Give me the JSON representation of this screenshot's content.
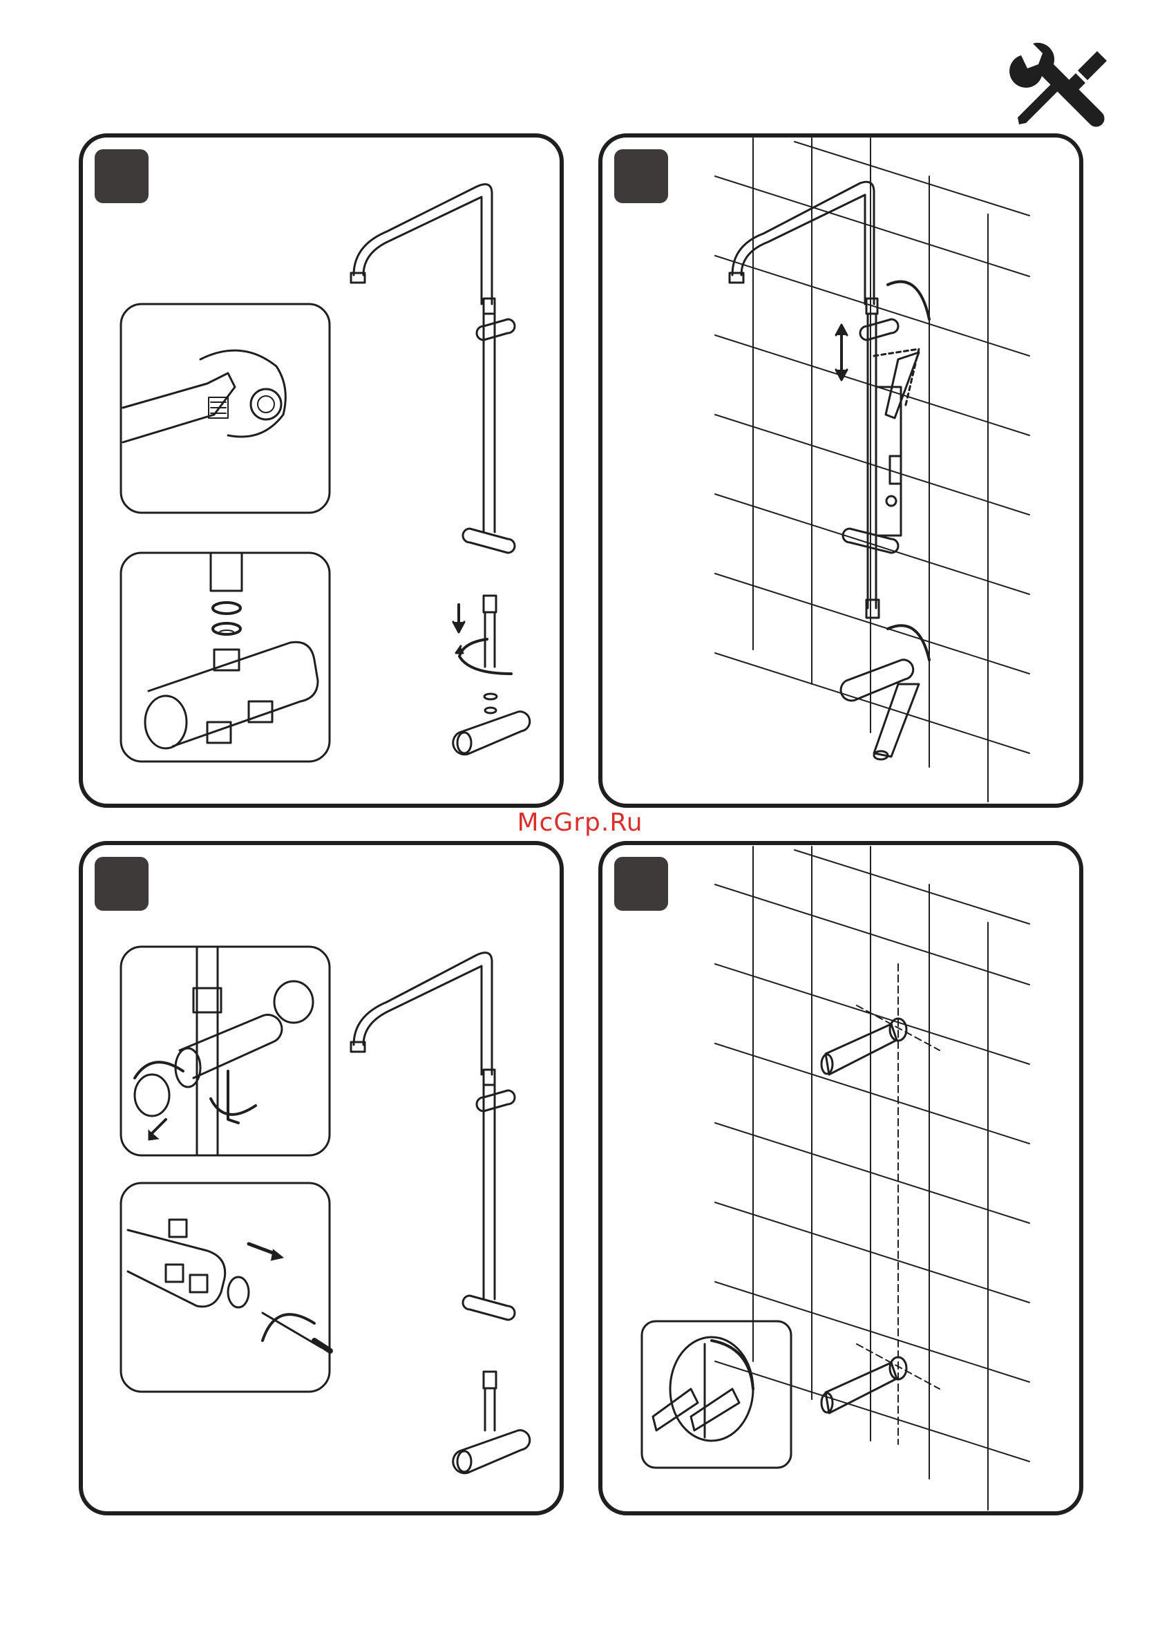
{
  "page": {
    "watermark": "McGrp.Ru",
    "footer": "",
    "tools_icon": "wrench-screwdriver-icon"
  },
  "colors": {
    "ink": "#1f1f1f",
    "step_badge": "#3f3a3a",
    "watermark": "#d9302c",
    "background": "#ffffff"
  },
  "panels": [
    {
      "id": "step-1",
      "badge_icon": "step-badge",
      "insets": [
        "wrench-tightening-detail",
        "washer-filter-detail"
      ]
    },
    {
      "id": "step-2",
      "badge_icon": "step-badge",
      "wall": "tiled-wall"
    },
    {
      "id": "step-3",
      "badge_icon": "step-badge",
      "insets": [
        "cap-removal-detail",
        "cartridge-removal-detail"
      ]
    },
    {
      "id": "step-4",
      "badge_icon": "step-badge",
      "wall": "tiled-wall",
      "insets": [
        "dowel-detail"
      ]
    }
  ]
}
